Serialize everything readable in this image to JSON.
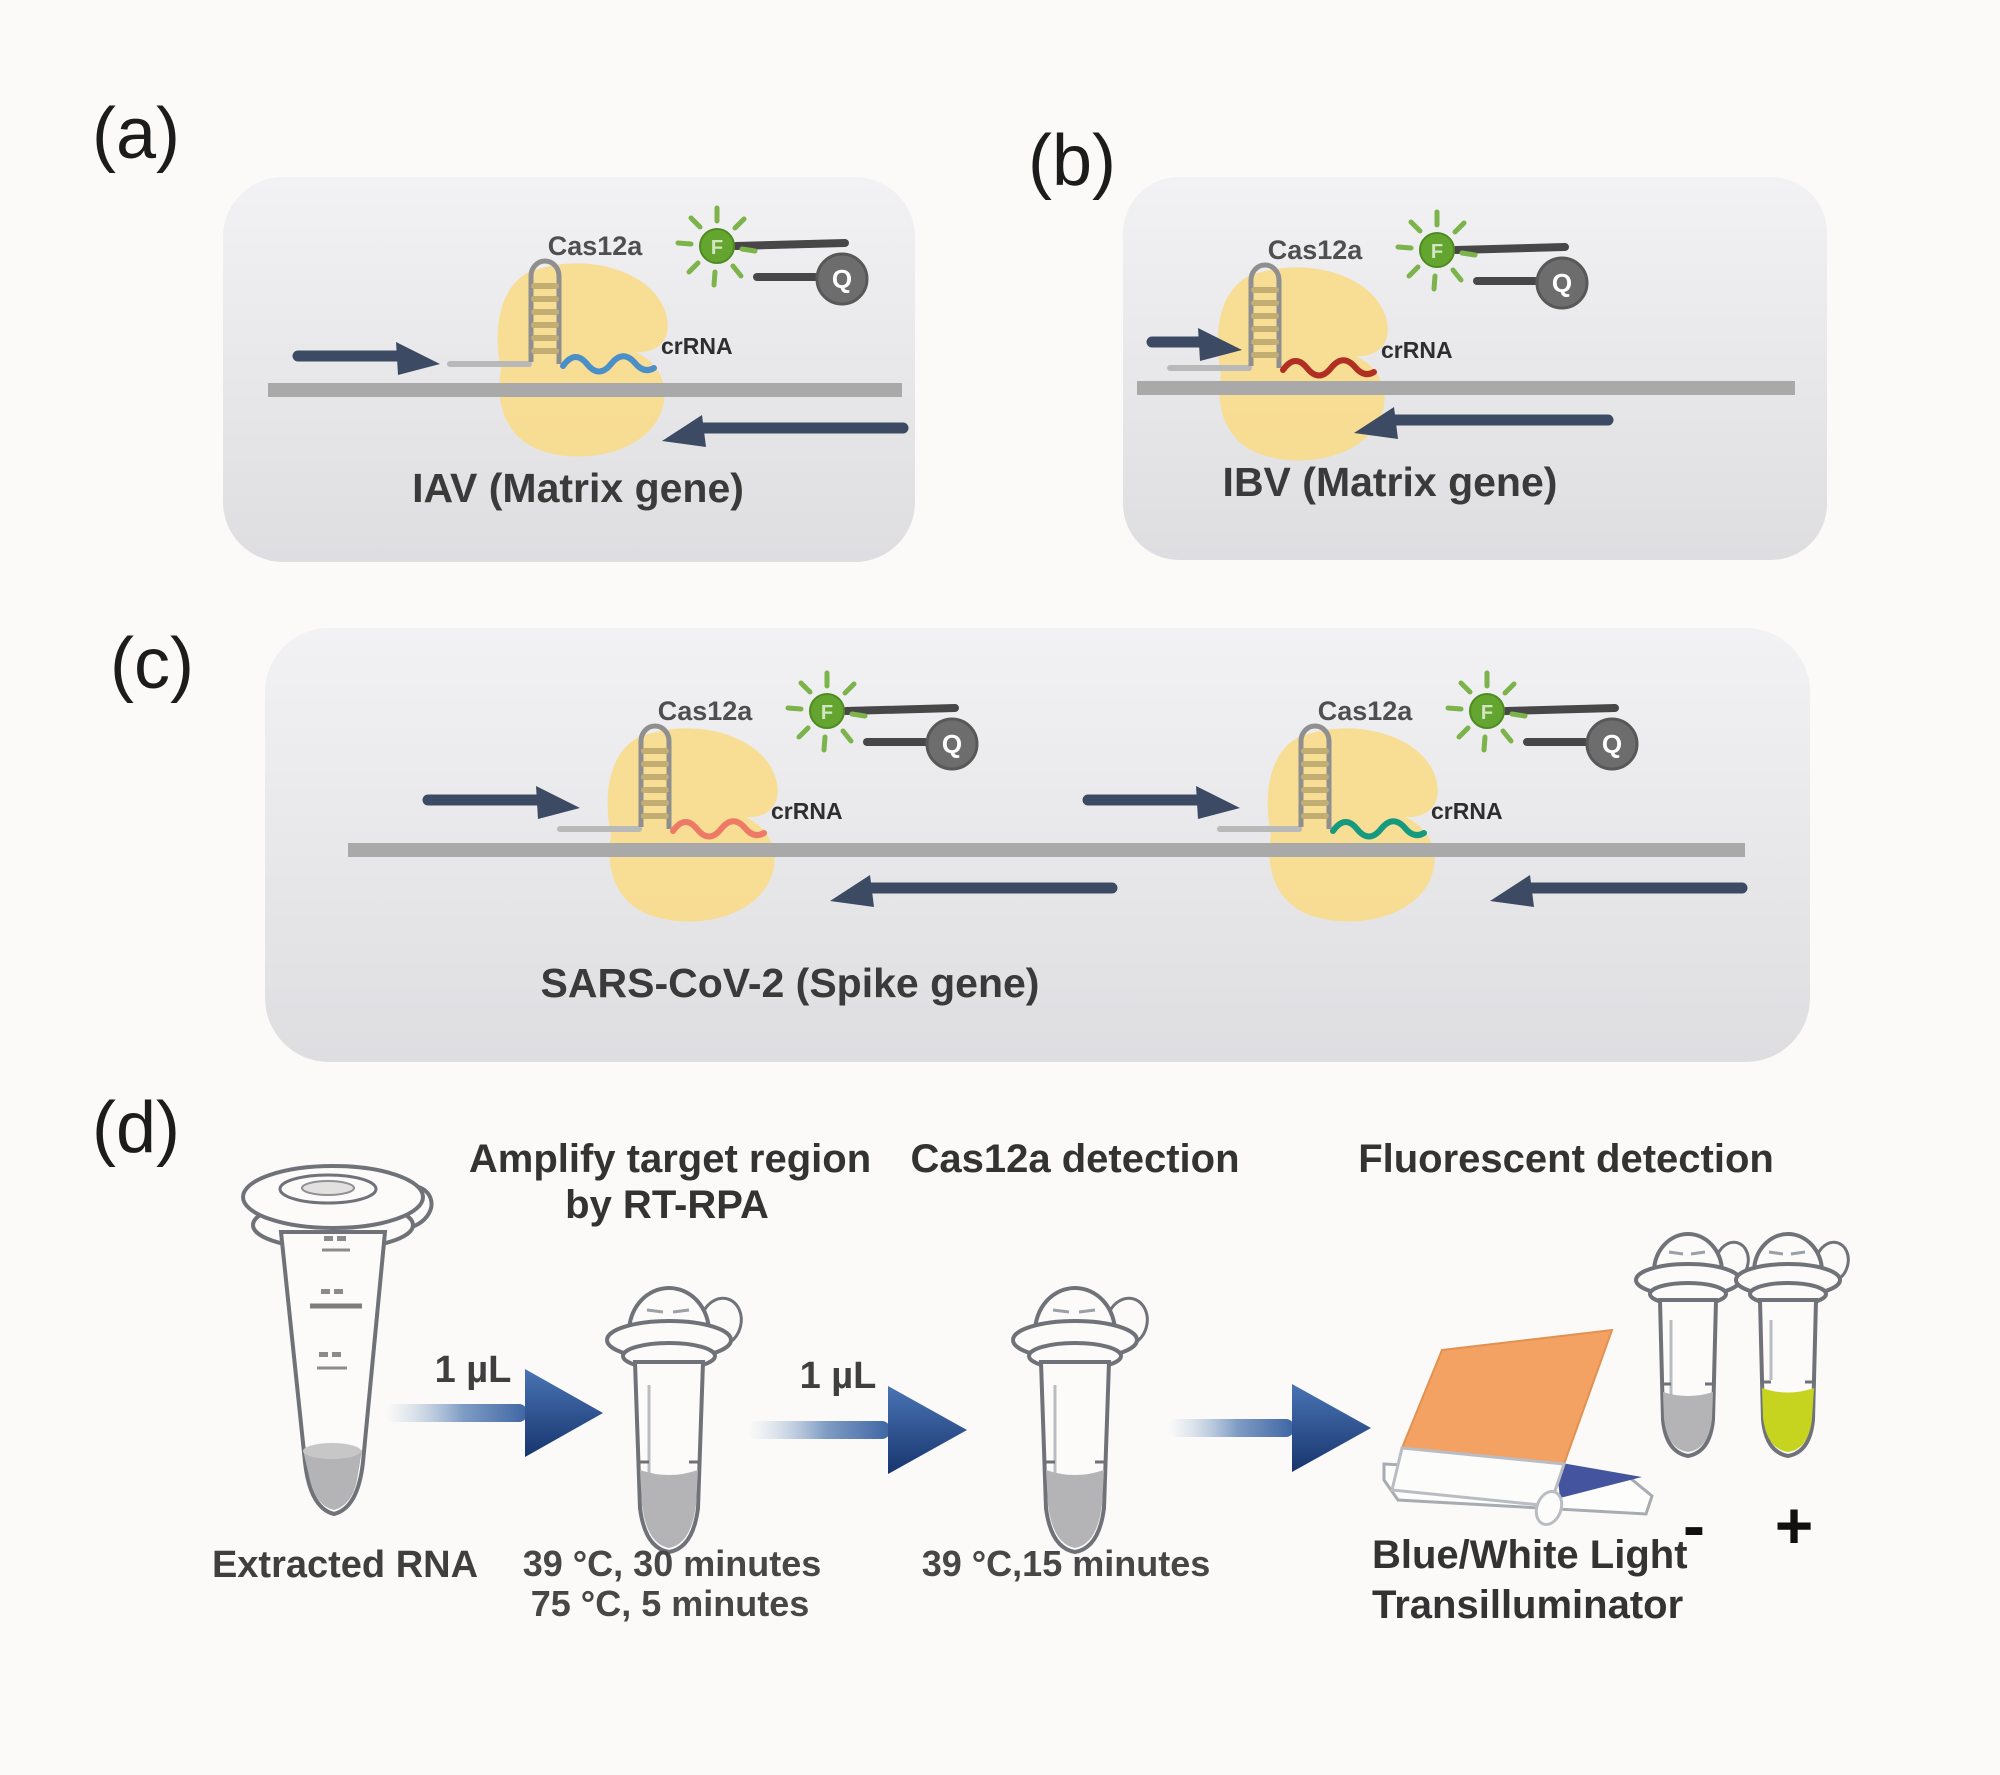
{
  "figure": {
    "panel_a": {
      "tag": "(a)",
      "cas12a_label": "Cas12a",
      "crrna_label": "crRNA",
      "fluorophore": "F",
      "quencher": "Q",
      "caption": "IAV (Matrix gene)",
      "crrna_color": "#4b8fc9"
    },
    "panel_b": {
      "tag": "(b)",
      "cas12a_label": "Cas12a",
      "crrna_label": "crRNA",
      "fluorophore": "F",
      "quencher": "Q",
      "caption": "IBV (Matrix gene)",
      "crrna_color": "#b02e22"
    },
    "panel_c": {
      "tag": "(c)",
      "caption": "SARS-CoV-2 (Spike gene)",
      "complex1": {
        "cas12a_label": "Cas12a",
        "crrna_label": "crRNA",
        "fluorophore": "F",
        "quencher": "Q",
        "crrna_color": "#ee7a66"
      },
      "complex2": {
        "cas12a_label": "Cas12a",
        "crrna_label": "crRNA",
        "fluorophore": "F",
        "quencher": "Q",
        "crrna_color": "#169a7f"
      }
    },
    "panel_d": {
      "tag": "(d)",
      "source_label": "Extracted RNA",
      "step1_title_line1": "Amplify target region",
      "step1_title_line2": "by RT-RPA",
      "transfer1": "1 µL",
      "step1_conditions_line1": "39 °C, 30 minutes",
      "step1_conditions_line2": "75 °C, 5 minutes",
      "step2_title": "Cas12a detection",
      "transfer2": "1 µL",
      "step2_conditions": "39 °C,15 minutes",
      "step3_title": "Fluorescent detection",
      "device_line1": "Blue/White Light",
      "device_line2": "Transilluminator",
      "negative_sign": "-",
      "positive_sign": "+"
    },
    "colors": {
      "cas12a_blob": "#f9dc8d",
      "fluorophore_green": "#63a52f",
      "quencher_gray": "#6d6d6d",
      "primer_navy": "#3c4b63",
      "template_gray": "#a9a9a9",
      "arrow_blue": "#2d55a0",
      "transilluminator_orange": "#f4a264",
      "transilluminator_blue": "#44549e",
      "negative_liquid": "#b4b4b6",
      "positive_liquid": "#c6d41f"
    }
  }
}
